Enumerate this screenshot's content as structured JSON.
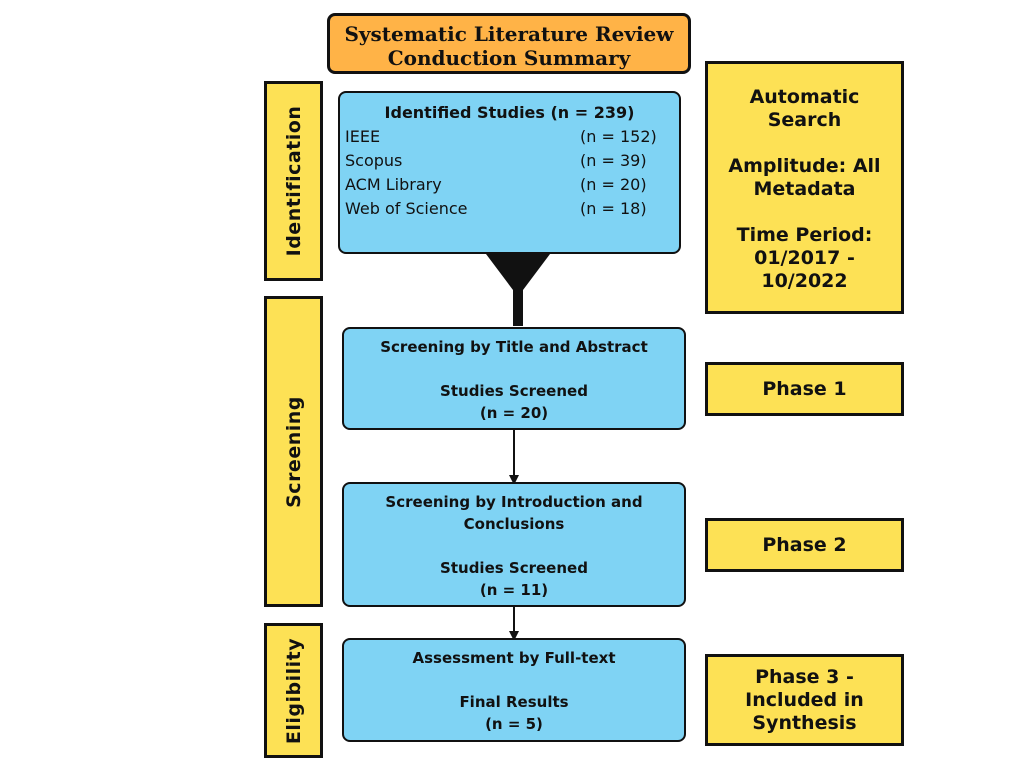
{
  "title": {
    "line1": "Systematic Literature Review",
    "line2": "Conduction Summary"
  },
  "stages": {
    "identification": "Identification",
    "screening": "Screening",
    "eligibility": "Eligibility"
  },
  "identified": {
    "heading": "Identified Studies (n = 239)",
    "sources": [
      {
        "name": "IEEE",
        "count": "(n = 152)"
      },
      {
        "name": "Scopus",
        "count": "(n = 39)"
      },
      {
        "name": "ACM Library",
        "count": "(n = 20)"
      },
      {
        "name": "Web of Science",
        "count": "(n = 18)"
      }
    ]
  },
  "steps": {
    "title_abstract": {
      "heading": "Screening by Title and Abstract",
      "label": "Studies Screened",
      "count": "(n = 20)"
    },
    "intro_conclusions": {
      "heading_line1": "Screening by Introduction and",
      "heading_line2": "Conclusions",
      "label": "Studies Screened",
      "count": "(n = 11)"
    },
    "full_text": {
      "heading": "Assessment by Full-text",
      "label": "Final Results",
      "count": "(n = 5)"
    }
  },
  "search_info": {
    "line1": "Automatic",
    "line2": "Search",
    "line3": "Amplitude: All",
    "line4": "Metadata",
    "line5": "Time Period:",
    "line6": "01/2017 -",
    "line7": "10/2022"
  },
  "phases": {
    "phase1": "Phase 1",
    "phase2": "Phase 2",
    "phase3_line1": "Phase 3 -",
    "phase3_line2": "Included in",
    "phase3_line3": "Synthesis"
  },
  "colors": {
    "title_fill": "#ffb347",
    "stage_fill": "#fde155",
    "box_fill": "#7fd3f4",
    "outline": "#111111"
  }
}
